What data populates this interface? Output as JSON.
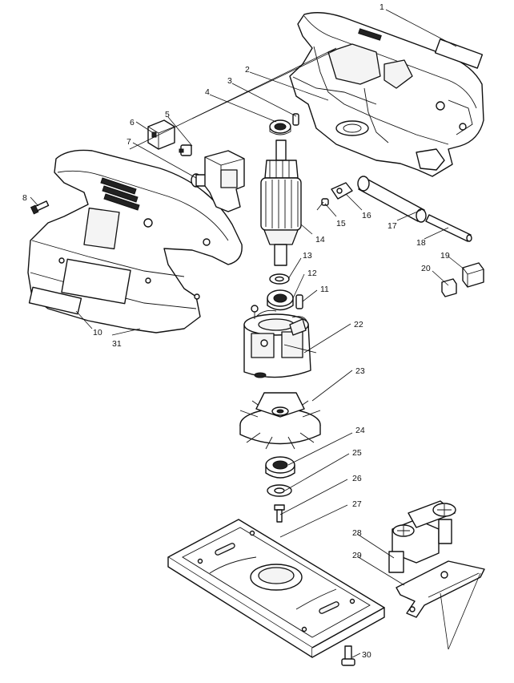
{
  "callouts": [
    {
      "id": "1",
      "label": "1"
    },
    {
      "id": "2",
      "label": "2"
    },
    {
      "id": "3",
      "label": "3"
    },
    {
      "id": "4",
      "label": "4"
    },
    {
      "id": "5",
      "label": "5"
    },
    {
      "id": "6",
      "label": "6"
    },
    {
      "id": "7",
      "label": "7"
    },
    {
      "id": "8",
      "label": "8"
    },
    {
      "id": "10",
      "label": "10"
    },
    {
      "id": "11",
      "label": "11"
    },
    {
      "id": "12",
      "label": "12"
    },
    {
      "id": "13",
      "label": "13"
    },
    {
      "id": "14",
      "label": "14"
    },
    {
      "id": "15",
      "label": "15"
    },
    {
      "id": "16",
      "label": "16"
    },
    {
      "id": "17",
      "label": "17"
    },
    {
      "id": "18",
      "label": "18"
    },
    {
      "id": "19",
      "label": "19"
    },
    {
      "id": "20",
      "label": "20"
    },
    {
      "id": "22",
      "label": "22"
    },
    {
      "id": "23",
      "label": "23"
    },
    {
      "id": "24",
      "label": "24"
    },
    {
      "id": "25",
      "label": "25"
    },
    {
      "id": "26",
      "label": "26"
    },
    {
      "id": "27",
      "label": "27"
    },
    {
      "id": "28",
      "label": "28"
    },
    {
      "id": "29",
      "label": "29"
    },
    {
      "id": "30",
      "label": "30"
    },
    {
      "id": "31",
      "label": "31"
    }
  ]
}
